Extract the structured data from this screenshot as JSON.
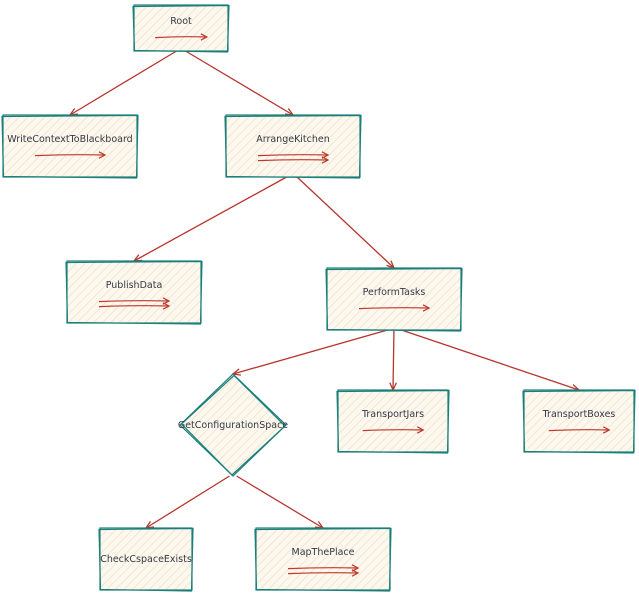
{
  "diagram": {
    "nodes": [
      {
        "id": "root",
        "label": "Root",
        "shape": "rect",
        "arrows": 1
      },
      {
        "id": "write",
        "label": "WriteContextToBlackboard",
        "shape": "rect",
        "arrows": 1
      },
      {
        "id": "arrange",
        "label": "ArrangeKitchen",
        "shape": "rect",
        "arrows": 2
      },
      {
        "id": "publish",
        "label": "PublishData",
        "shape": "rect",
        "arrows": 2
      },
      {
        "id": "perform",
        "label": "PerformTasks",
        "shape": "rect",
        "arrows": 1
      },
      {
        "id": "getconf",
        "label": "GetConfigurationSpace",
        "shape": "diamond",
        "arrows": 0
      },
      {
        "id": "jars",
        "label": "TransportJars",
        "shape": "rect",
        "arrows": 1
      },
      {
        "id": "boxes",
        "label": "TransportBoxes",
        "shape": "rect",
        "arrows": 1
      },
      {
        "id": "check",
        "label": "CheckCspaceExists",
        "shape": "rect",
        "arrows": 0
      },
      {
        "id": "map",
        "label": "MapThePlace",
        "shape": "rect",
        "arrows": 2
      }
    ],
    "edges": [
      {
        "from": "root",
        "to": "write"
      },
      {
        "from": "root",
        "to": "arrange"
      },
      {
        "from": "arrange",
        "to": "publish"
      },
      {
        "from": "arrange",
        "to": "perform"
      },
      {
        "from": "perform",
        "to": "getconf"
      },
      {
        "from": "perform",
        "to": "jars"
      },
      {
        "from": "perform",
        "to": "boxes"
      },
      {
        "from": "getconf",
        "to": "check"
      },
      {
        "from": "getconf",
        "to": "map"
      }
    ],
    "colors": {
      "node_stroke": "#1a7f7a",
      "node_fill": "#fdf6ea",
      "edge": "#b8342c",
      "label": "#333a44"
    }
  }
}
